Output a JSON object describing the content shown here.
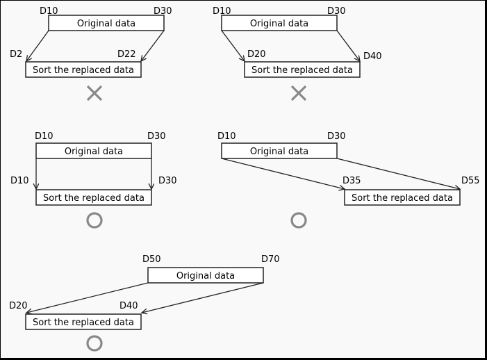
{
  "panels": [
    {
      "source": {
        "label": "Original data",
        "start": "D10",
        "end": "D30"
      },
      "target": {
        "label": "Sort the replaced data",
        "start": "D2",
        "end": "D22"
      },
      "verdict": "cross-icon"
    },
    {
      "source": {
        "label": "Original data",
        "start": "D10",
        "end": "D30"
      },
      "target": {
        "label": "Sort the replaced data",
        "start": "D20",
        "end": "D40"
      },
      "verdict": "cross-icon"
    },
    {
      "source": {
        "label": "Original data",
        "start": "D10",
        "end": "D30"
      },
      "target": {
        "label": "Sort the replaced data",
        "start": "D10",
        "end": "D30"
      },
      "verdict": "circle-icon"
    },
    {
      "source": {
        "label": "Original data",
        "start": "D10",
        "end": "D30"
      },
      "target": {
        "label": "Sort the replaced data",
        "start": "D35",
        "end": "D55"
      },
      "verdict": "circle-icon"
    },
    {
      "source": {
        "label": "Original data",
        "start": "D50",
        "end": "D70"
      },
      "target": {
        "label": "Sort the replaced data",
        "start": "D20",
        "end": "D40"
      },
      "verdict": "circle-icon"
    }
  ],
  "colors": {
    "background": "#f9f9f9",
    "frame": "#000000",
    "stroke": "#222222",
    "mark": "#888888"
  }
}
